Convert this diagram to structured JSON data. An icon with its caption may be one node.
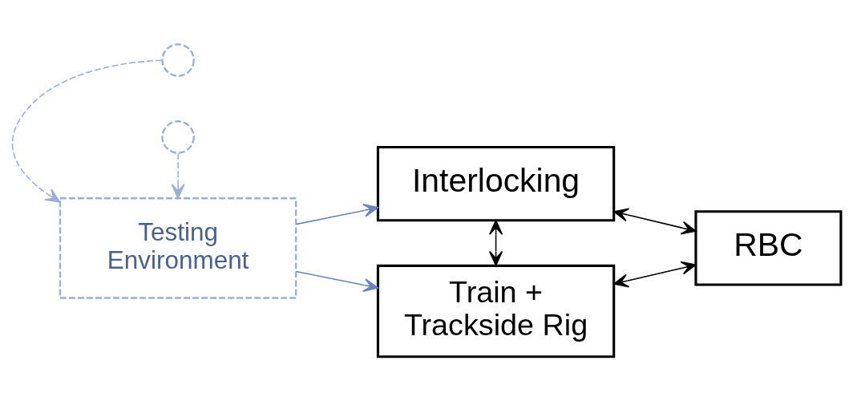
{
  "diagram": {
    "nodes": [
      {
        "text": [
          "Interlocking"
        ]
      },
      {
        "text": [
          "RBC"
        ]
      },
      {
        "text": [
          "Testing Environment"
        ]
      },
      {
        "text": [
          "Train + Trackside Rig"
        ]
      },
      {
        "text": [],
        "shape": "circle"
      },
      {
        "text": [],
        "shape": "circle"
      }
    ],
    "edges": [
      {
        "from": 0,
        "to": 1,
        "arrow": "both"
      },
      {
        "from": 4,
        "to": 2,
        "arrow": "to",
        "style": "dashed",
        "color": "#9aafd6"
      },
      {
        "from": 2,
        "to": 0,
        "arrow": "to",
        "color": "#6784bd"
      },
      {
        "from": 0,
        "to": 3,
        "arrow": "both"
      },
      {
        "from": 2,
        "to": 3,
        "arrow": "to",
        "color": "#6784bd"
      },
      {
        "from": 5,
        "to": 2,
        "arrow": "to",
        "style": "dashed",
        "color": "#9aafd6"
      },
      {
        "from": 3,
        "to": 1,
        "arrow": "both"
      }
    ]
  }
}
